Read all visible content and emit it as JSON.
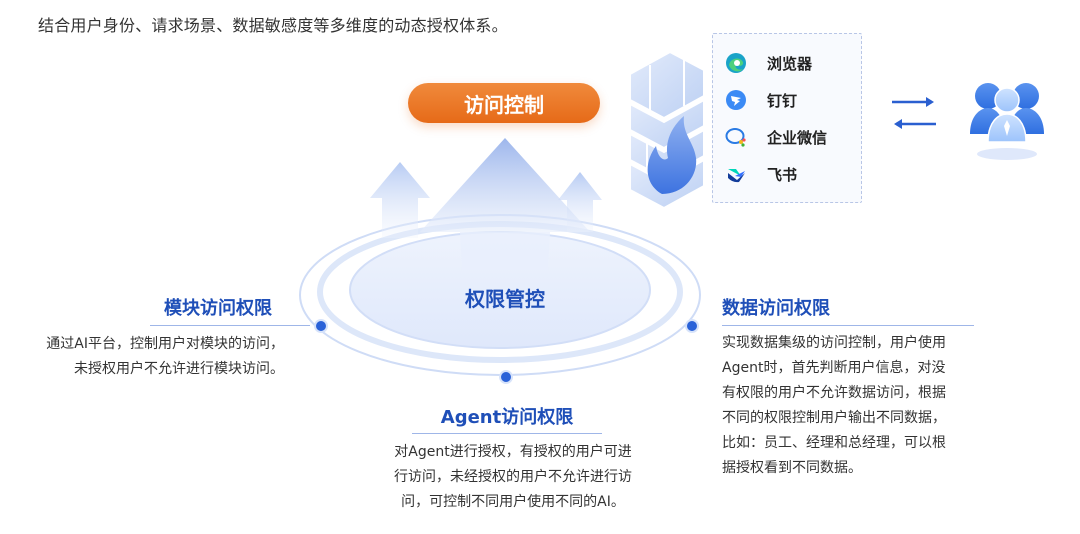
{
  "intro": "结合用户身份、请求场景、数据敏感度等多维度的动态授权体系。",
  "access_control": "访问控制",
  "center_label": "权限管控",
  "module": {
    "title": "模块访问权限",
    "lines": [
      "通过AI平台，控制用户对模块的访问，",
      "未授权用户不允许进行模块访问。"
    ]
  },
  "agent": {
    "title": "Agent访问权限",
    "lines": [
      "对Agent进行授权，有授权的用户可进",
      "行访问，未经授权的用户不允许进行访",
      "问，可控制不同用户使用不同的AI。"
    ]
  },
  "data": {
    "title": "数据访问权限",
    "lines": [
      "实现数据集级的访问控制，用户使用",
      "Agent时，首先判断用户信息，对没",
      "有权限的用户不允许数据访问，根据",
      "不同的权限控制用户输出不同数据，",
      "比如：员工、经理和总经理，可以根",
      "据授权看到不同数据。"
    ]
  },
  "apps": [
    {
      "label": "浏览器",
      "icon": "edge-browser-icon"
    },
    {
      "label": "钉钉",
      "icon": "dingtalk-icon"
    },
    {
      "label": "企业微信",
      "icon": "wecom-icon"
    },
    {
      "label": "飞书",
      "icon": "feishu-icon"
    }
  ],
  "colors": {
    "accent_blue": "#1f4fb8",
    "orange": "#e8741f",
    "ring_blue": "#bcd0f5"
  }
}
